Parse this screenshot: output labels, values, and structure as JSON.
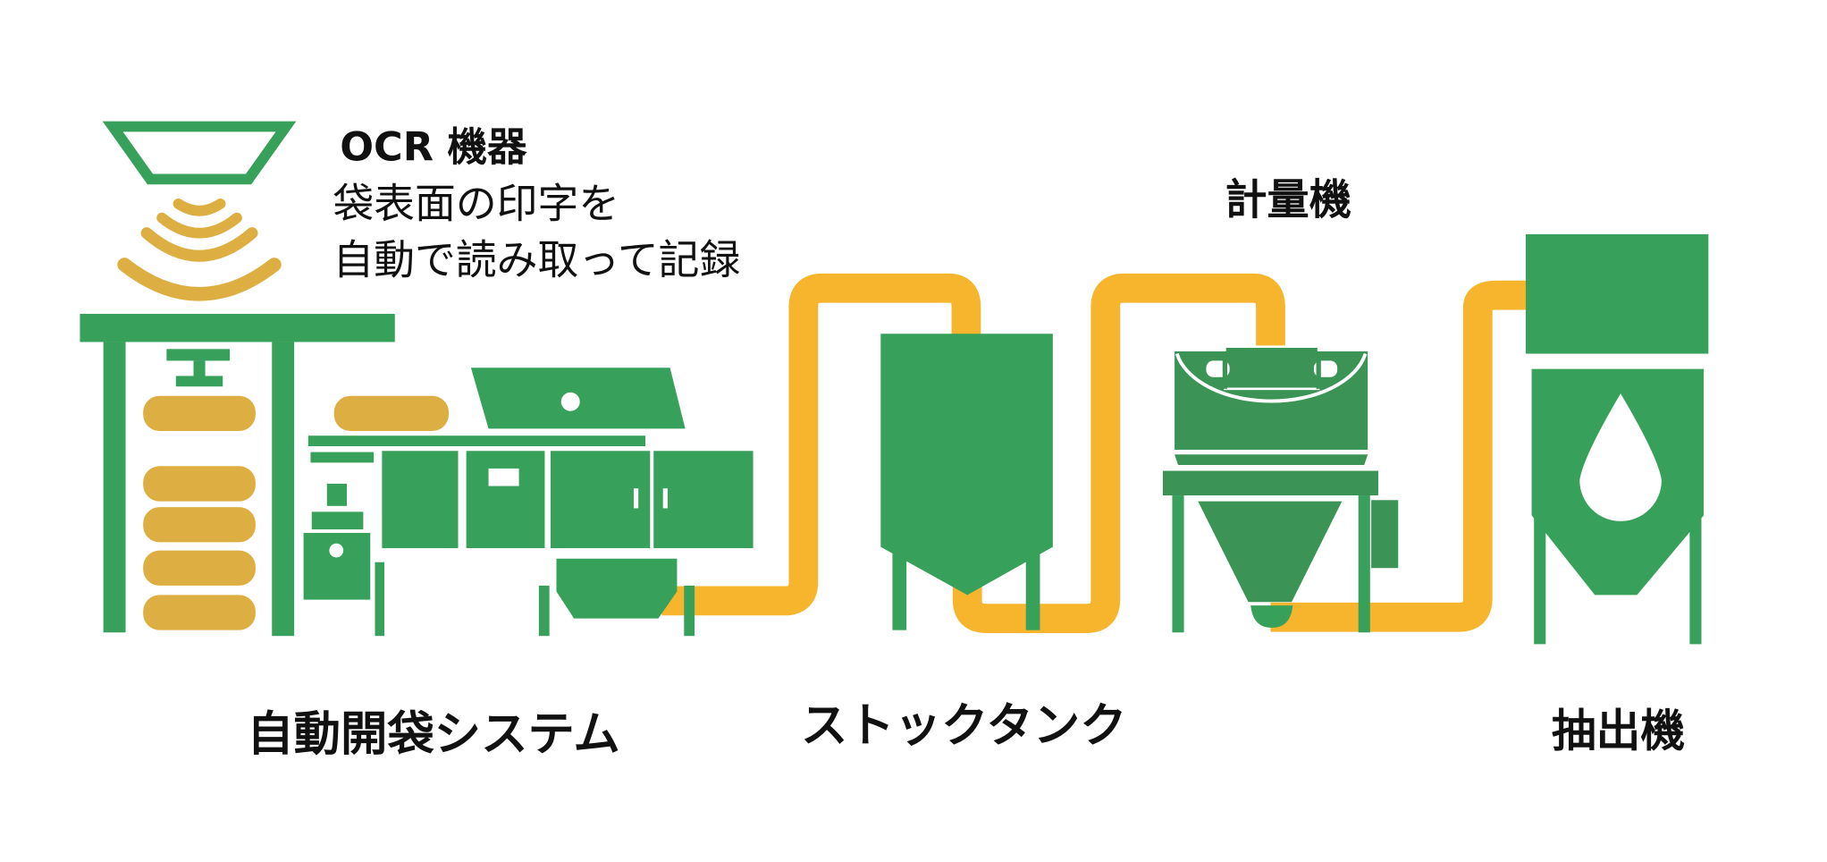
{
  "colors": {
    "equipment": "#37a05a",
    "bag": "#ddae42",
    "pipe": "#f6b52d"
  },
  "ocr": {
    "title": "OCR 機器",
    "desc_line1": "袋表面の印字を",
    "desc_line2": "自動で読み取って記録"
  },
  "labels": {
    "bag_opener": "自動開袋システム",
    "stock_tank": "ストックタンク",
    "weigher": "計量機",
    "extractor": "抽出機"
  }
}
